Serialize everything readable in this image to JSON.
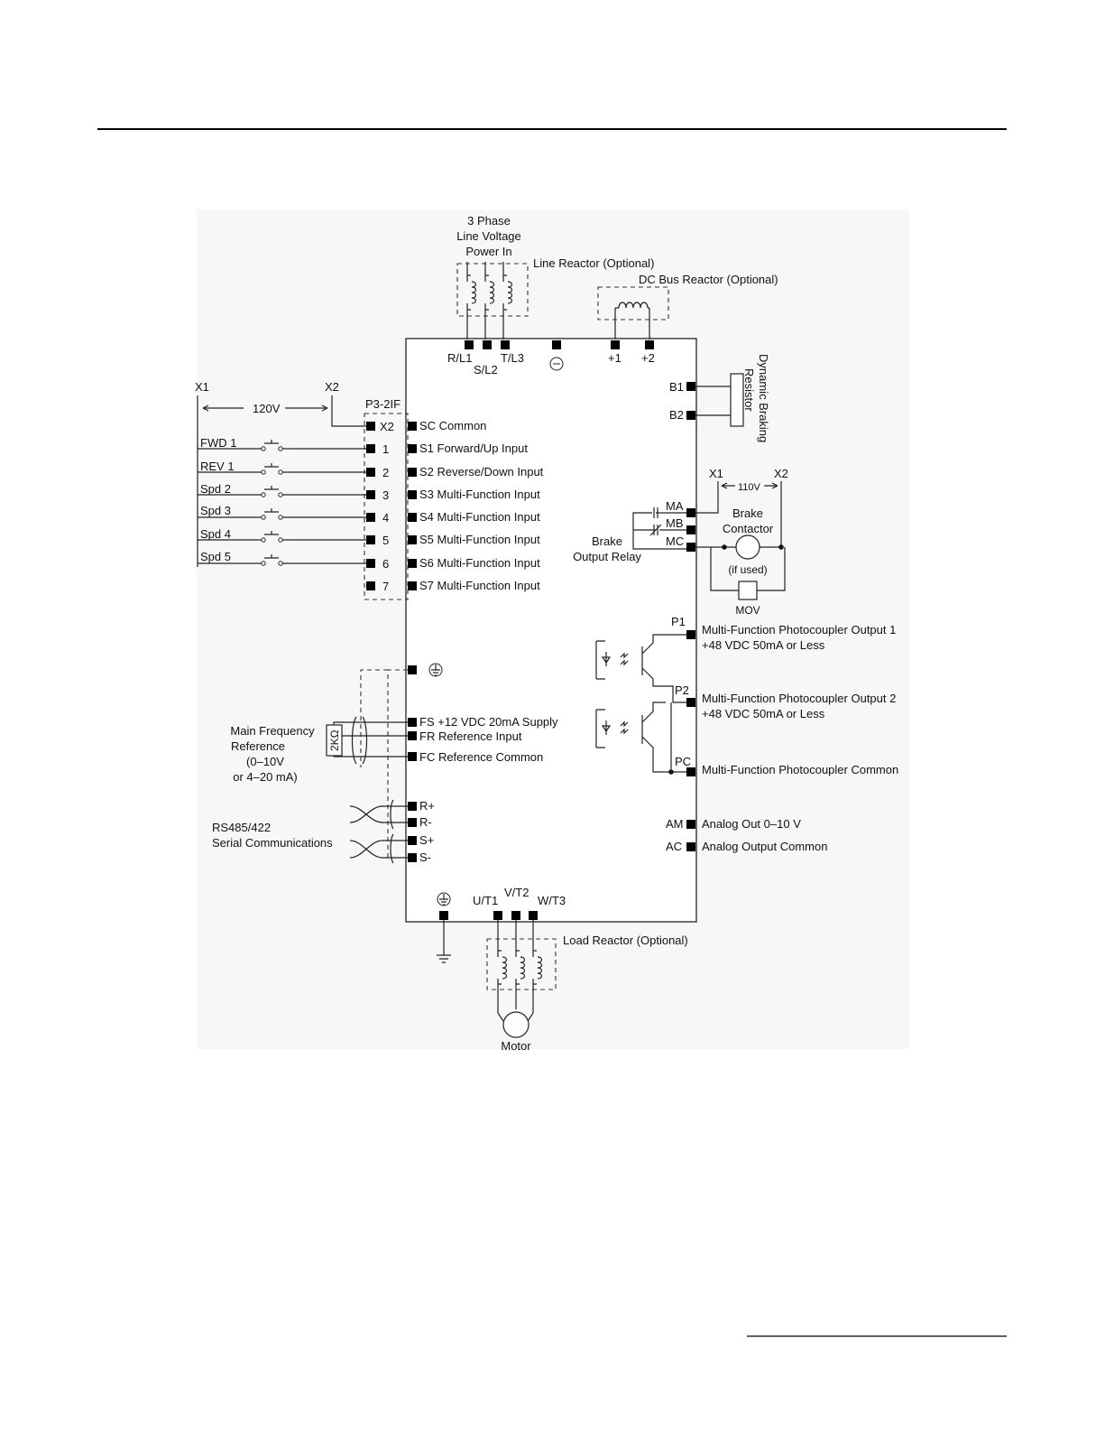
{
  "diagram": {
    "power_in": [
      "3 Phase",
      "Line Voltage",
      "Power In"
    ],
    "line_reactor": "Line Reactor (Optional)",
    "dc_bus_reactor": "DC Bus Reactor (Optional)",
    "top_terminals": {
      "rl1": "R/L1",
      "sl2": "S/L2",
      "tl3": "T/L3",
      "plus1": "+1",
      "plus2": "+2"
    },
    "dynamic_braking": [
      "Dynamic Braking",
      "Resistor"
    ],
    "b1": "B1",
    "b2": "B2",
    "x1": "X1",
    "x2": "X2",
    "v120": "120V",
    "card": "P3-2IF",
    "card_terminals": [
      "X2",
      "1",
      "2",
      "3",
      "4",
      "5",
      "6",
      "7"
    ],
    "switches": [
      "FWD 1",
      "REV 1",
      "Spd 2",
      "Spd 3",
      "Spd 4",
      "Spd 5"
    ],
    "inputs": [
      "SC Common",
      "S1 Forward/Up Input",
      "S2 Reverse/Down Input",
      "S3 Multi-Function Input",
      "S4 Multi-Function Input",
      "S5 Multi-Function Input",
      "S6 Multi-Function Input",
      "S7 Multi-Function Input"
    ],
    "brake_x1": "X1",
    "brake_x2": "X2",
    "v110": "110V",
    "ma": "MA",
    "mb": "MB",
    "mc": "MC",
    "brake_contactor": [
      "Brake",
      "Contactor"
    ],
    "if_used": "(if used)",
    "mov": "MOV",
    "brake_relay": [
      "Brake",
      "Output Relay"
    ],
    "p1": "P1",
    "p2": "P2",
    "pc": "PC",
    "photo_out1": [
      "Multi-Function Photocoupler Output 1",
      "+48 VDC 50mA or Less"
    ],
    "photo_out2": [
      "Multi-Function Photocoupler Output 2",
      "+48 VDC 50mA or Less"
    ],
    "photo_common": "Multi-Function Photocoupler Common",
    "fs": "FS  +12 VDC 20mA Supply",
    "fr": "FR  Reference Input",
    "fc": "FC Reference Common",
    "pot": "2KΩ",
    "main_freq": [
      "Main Frequency",
      "Reference",
      "(0–10V",
      "or 4–20 mA)"
    ],
    "comm_terminals": [
      "R+",
      "R-",
      "S+",
      "S-"
    ],
    "rs485": [
      "RS485/422",
      "Serial Communications"
    ],
    "am": "AM",
    "am_desc": "Analog Out 0–10 V",
    "ac": "AC",
    "ac_desc": "Analog Output Common",
    "out_terminals": {
      "ut1": "U/T1",
      "vt2": "V/T2",
      "wt3": "W/T3"
    },
    "load_reactor": "Load Reactor (Optional)",
    "motor": "Motor"
  }
}
